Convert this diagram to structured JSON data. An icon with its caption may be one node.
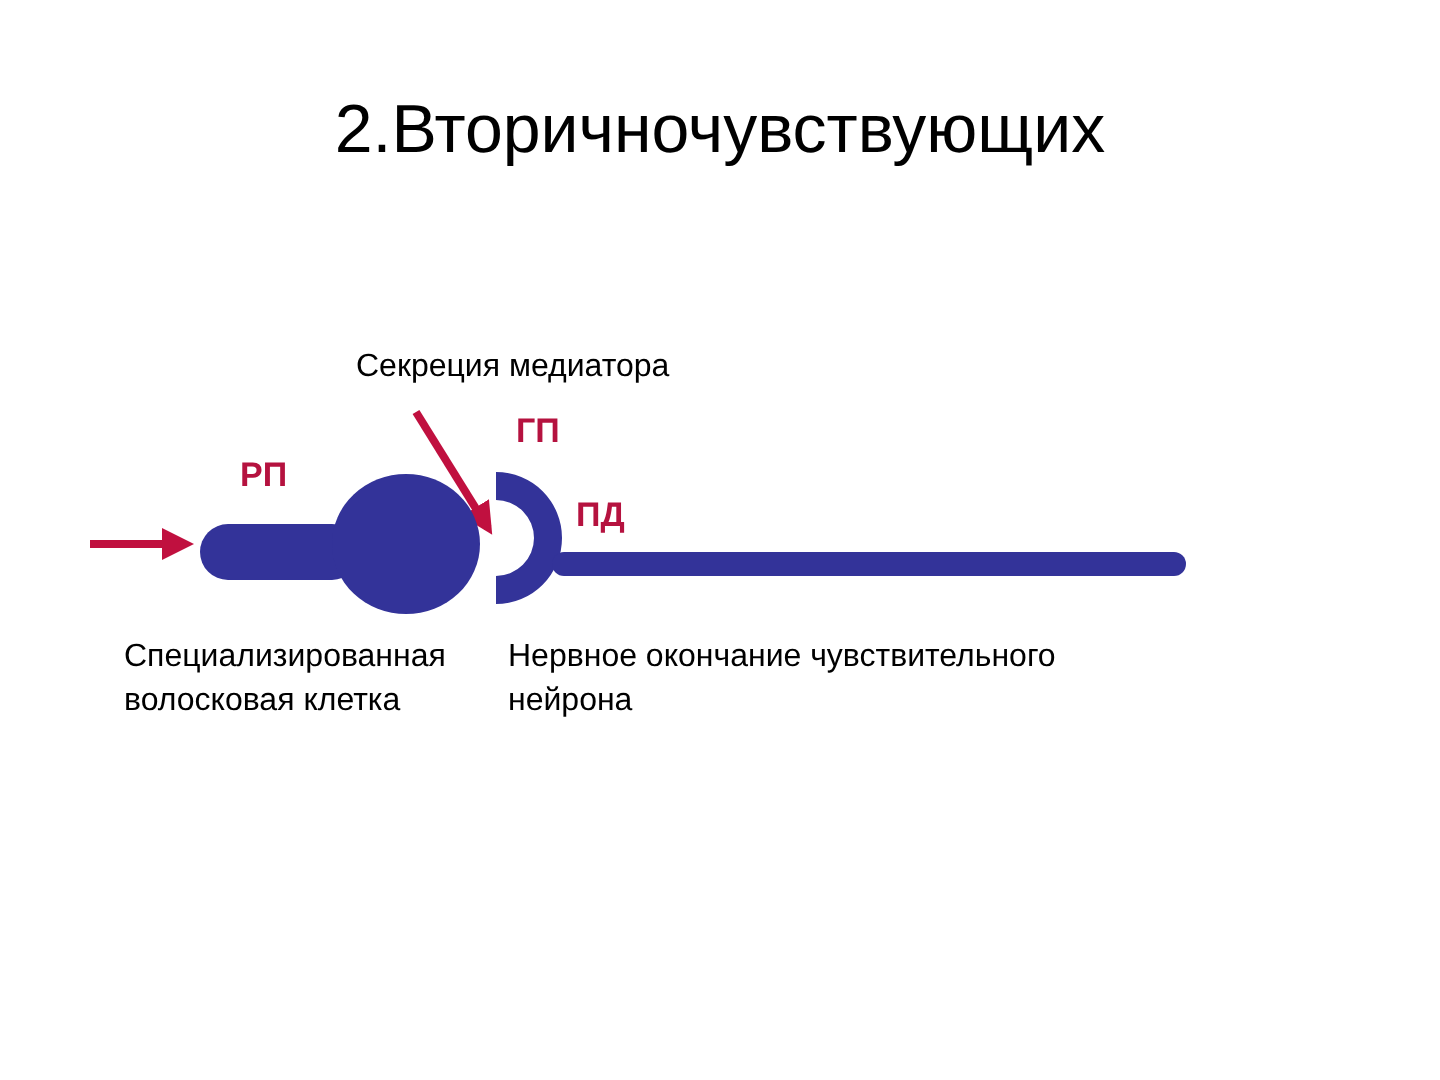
{
  "diagram": {
    "title": "2.Вторичночувствующих",
    "nodes": [
      {
        "text": [
          "Секреция медиатора"
        ]
      },
      {
        "text": [],
        "shape": "cell",
        "beside": [
          "Специализированная волосковая клетка"
        ]
      },
      {
        "text": [],
        "shape": "neuron",
        "beside": [
          "Нервное окончание чувствительного нейрона"
        ]
      }
    ],
    "edges": [
      {
        "from": null,
        "to": 1,
        "arrow": "to",
        "color": "#c0103f"
      },
      {
        "from": 0,
        "to": 2,
        "arrow": "to",
        "color": "#c0103f"
      }
    ],
    "labels": [
      "РП",
      "ГП",
      "ПД"
    ]
  }
}
